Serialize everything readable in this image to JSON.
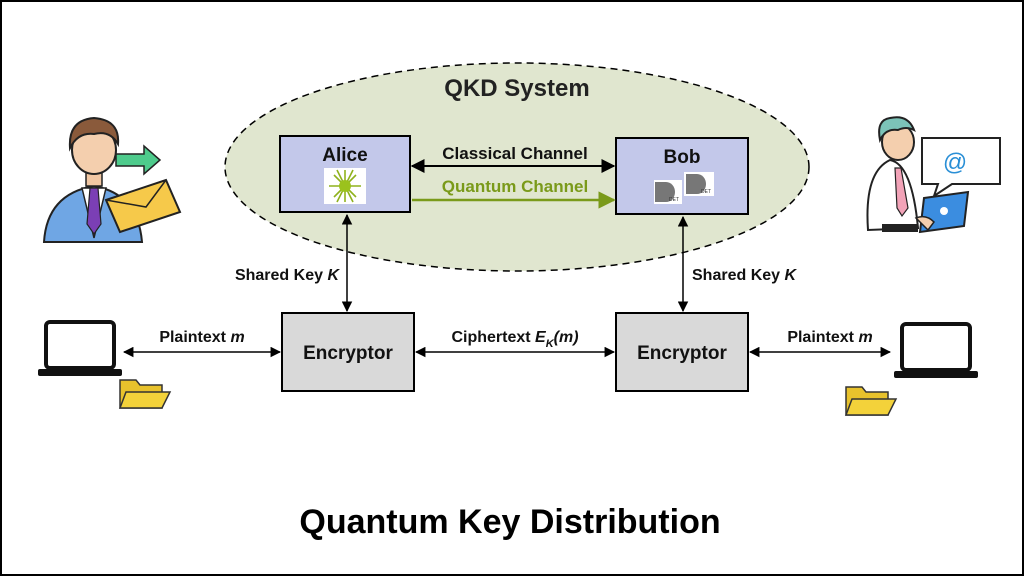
{
  "diagram": {
    "system_label": "QKD System",
    "alice": {
      "label": "Alice"
    },
    "bob": {
      "label": "Bob",
      "detector_label": "DET"
    },
    "classical_channel": "Classical Channel",
    "quantum_channel": "Quantum Channel",
    "shared_key_left": {
      "text": "Shared Key ",
      "var": "K"
    },
    "shared_key_right": {
      "text": "Shared Key ",
      "var": "K"
    },
    "encryptor_left": "Encryptor",
    "encryptor_right": "Encryptor",
    "plaintext_left": {
      "text": "Plaintext ",
      "var": "m"
    },
    "plaintext_right": {
      "text": "Plaintext ",
      "var": "m"
    },
    "ciphertext": {
      "text": "Ciphertext ",
      "var": "E",
      "subscript": "K",
      "arg": "(m)"
    },
    "email_symbol": "@"
  },
  "page": {
    "title": "Quantum Key Distribution"
  },
  "colors": {
    "ellipse_fill": "#e0e6cf",
    "node_fill": "#c3c8ea",
    "encryptor_fill": "#d9d9d9",
    "quantum": "#7a9a1a",
    "folder": "#f3d23a"
  }
}
